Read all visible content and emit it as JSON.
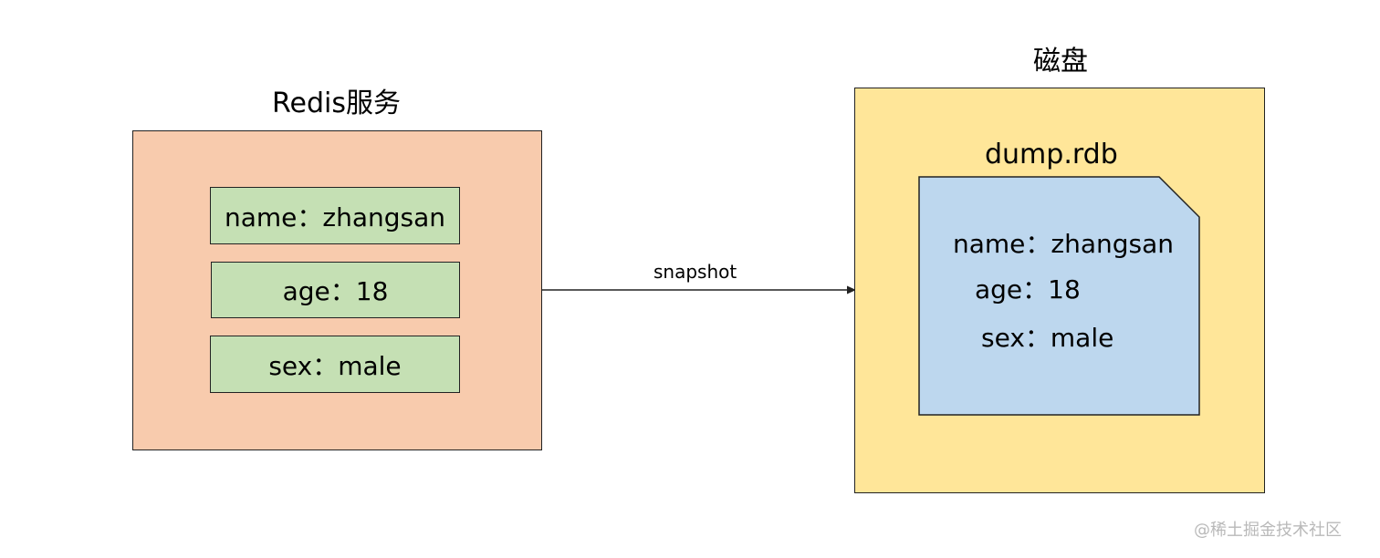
{
  "redis": {
    "title": "Redis服务",
    "entries": [
      "name：zhangsan",
      "age：18",
      "sex：male"
    ]
  },
  "arrow": {
    "label": "snapshot"
  },
  "disk": {
    "title": "磁盘",
    "file": {
      "name": "dump.rdb",
      "entries": [
        "name：zhangsan",
        "age：18",
        "sex：male"
      ]
    }
  },
  "watermark": "@稀土掘金技术社区",
  "colors": {
    "redis_box": "#f8cbad",
    "entry_box": "#c5e0b4",
    "disk_box": "#ffe699",
    "file": "#bdd7ee",
    "stroke": "#222222"
  }
}
